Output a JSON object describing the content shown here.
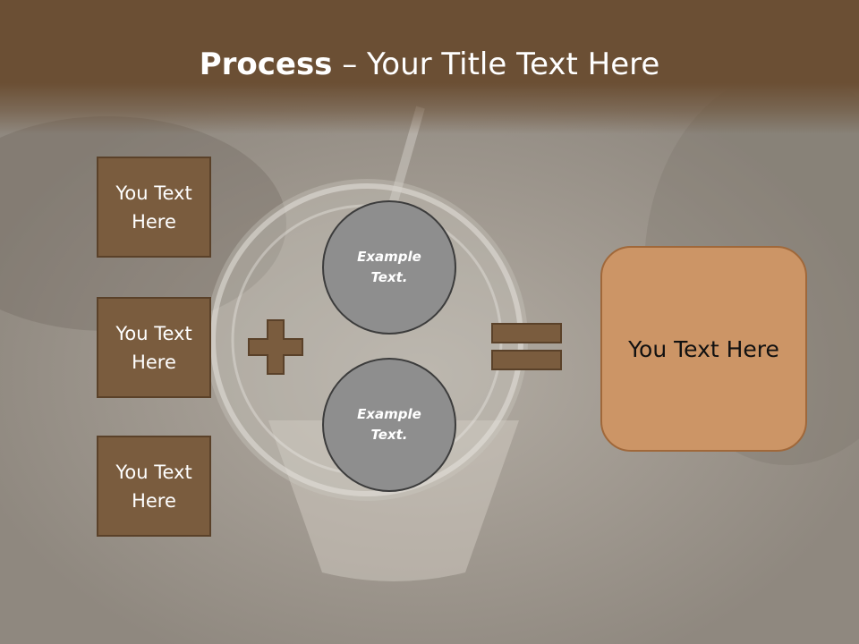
{
  "title": {
    "bold": "Process",
    "rest": " – Your Title Text Here"
  },
  "left_boxes": [
    {
      "label": "You Text Here"
    },
    {
      "label": "You Text Here"
    },
    {
      "label": "You Text Here"
    }
  ],
  "circles": [
    {
      "label": "Example Text."
    },
    {
      "label": "Example Text."
    }
  ],
  "result": {
    "label": "You Text Here"
  },
  "operators": {
    "plus": "plus-icon",
    "equals": "equals-icon"
  },
  "colors": {
    "header": "#6b4f34",
    "box_fill": "#7a5c3e",
    "circle_fill": "#8e8e8e",
    "result_fill": "#cc9566"
  }
}
